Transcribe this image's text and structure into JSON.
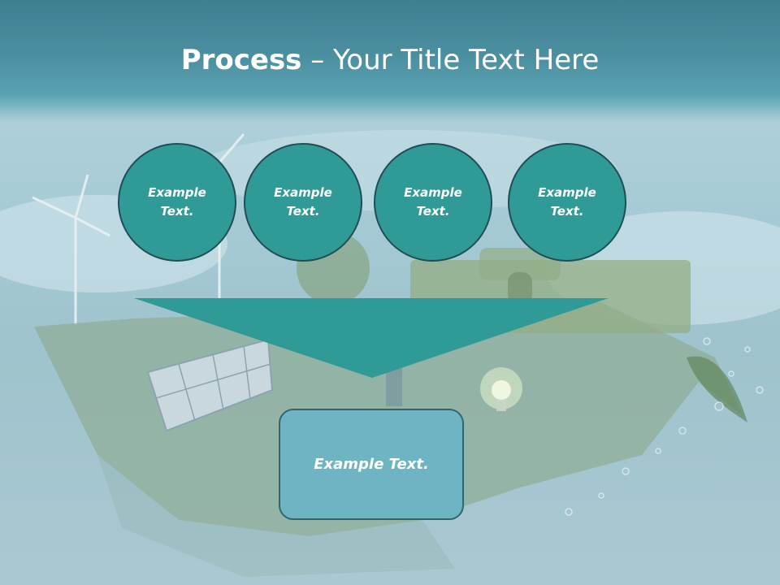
{
  "slide": {
    "title_bold": "Process",
    "title_rest": " – Your Title Text Here"
  },
  "steps": [
    {
      "label": "Example Text."
    },
    {
      "label": "Example Text."
    },
    {
      "label": "Example Text."
    },
    {
      "label": "Example Text."
    }
  ],
  "result": {
    "label": "Example Text."
  },
  "colors": {
    "circle_fill": "#2f9a96",
    "funnel_fill": "#2f9a96",
    "result_fill": "#6fb4c3",
    "title_band": "#4a8fa0"
  }
}
